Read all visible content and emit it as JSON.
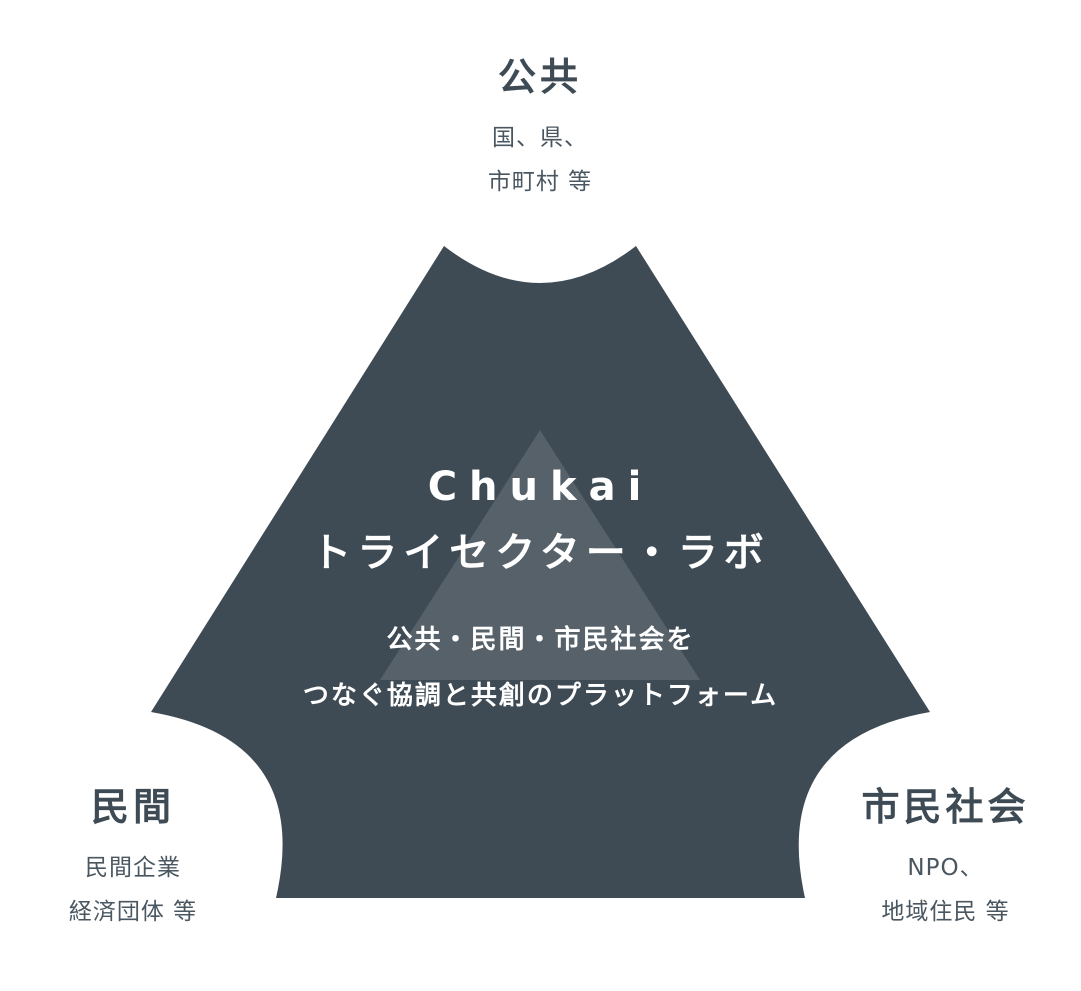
{
  "colors": {
    "shape": "#3e4b54",
    "inner_triangle": "#566169",
    "text_dark": "#3e4b54",
    "text_light": "#ffffff"
  },
  "center": {
    "title_line1": "Chukai",
    "title_line2": "トライセクター・ラボ",
    "subtitle_line1": "公共・民間・市民社会を",
    "subtitle_line2": "つなぐ協調と共創のプラットフォーム"
  },
  "nodes": {
    "top": {
      "title": "公共",
      "line1": "国、県、",
      "line2": "市町村 等"
    },
    "left": {
      "title": "民間",
      "line1": "民間企業",
      "line2": "経済団体 等"
    },
    "right": {
      "title": "市民社会",
      "line1": "NPO、",
      "line2": "地域住民 等"
    }
  }
}
